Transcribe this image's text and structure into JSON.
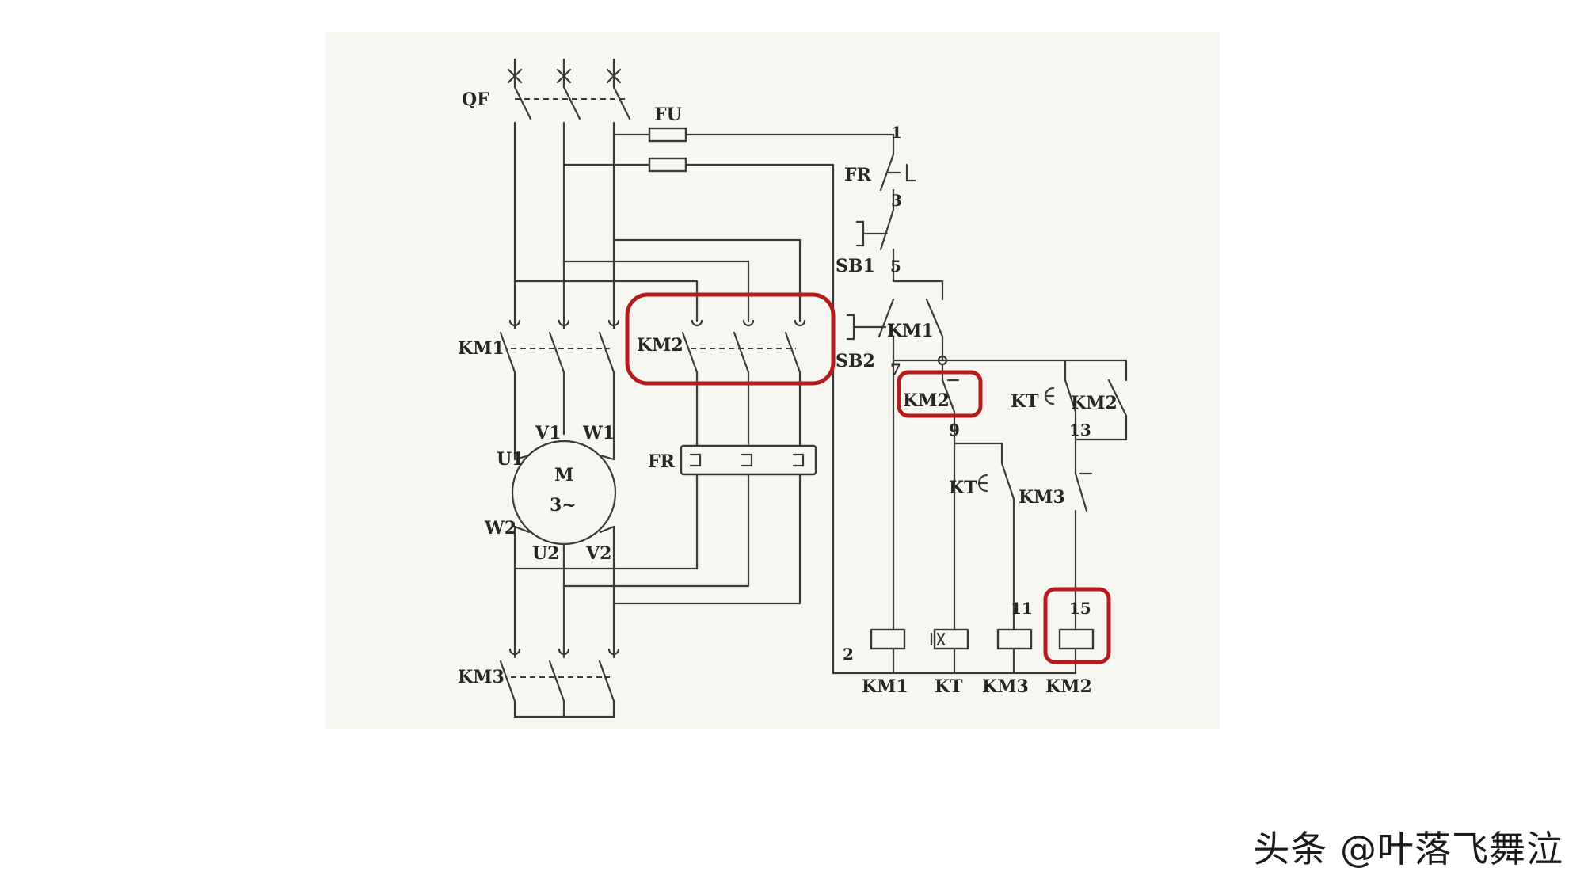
{
  "labels": {
    "qf": "QF",
    "fu": "FU",
    "fr_power": "FR",
    "fr_control": "FR",
    "km1_main": "KM1",
    "km2_main": "KM2",
    "km3_main": "KM3",
    "motor_m": "M",
    "motor_phase": "3~",
    "u1": "U1",
    "v1": "V1",
    "w1": "W1",
    "u2": "U2",
    "v2": "V2",
    "w2": "W2",
    "sb1": "SB1",
    "sb2": "SB2",
    "km1_aux": "KM1",
    "km2_nc": "KM2",
    "kt_nc": "KT",
    "km2_no": "KM2",
    "kt_no": "KT",
    "km3_nc": "KM3",
    "coil_km1": "KM1",
    "coil_kt": "KT",
    "coil_km3": "KM3",
    "coil_km2": "KM2"
  },
  "nodes": {
    "n1": "1",
    "n2": "2",
    "n3": "3",
    "n5": "5",
    "n7": "7",
    "n9": "9",
    "n11": "11",
    "n13": "13",
    "n15": "15"
  },
  "highlight_color": "#b51d1d",
  "watermark": "头条 @叶落飞舞泣"
}
